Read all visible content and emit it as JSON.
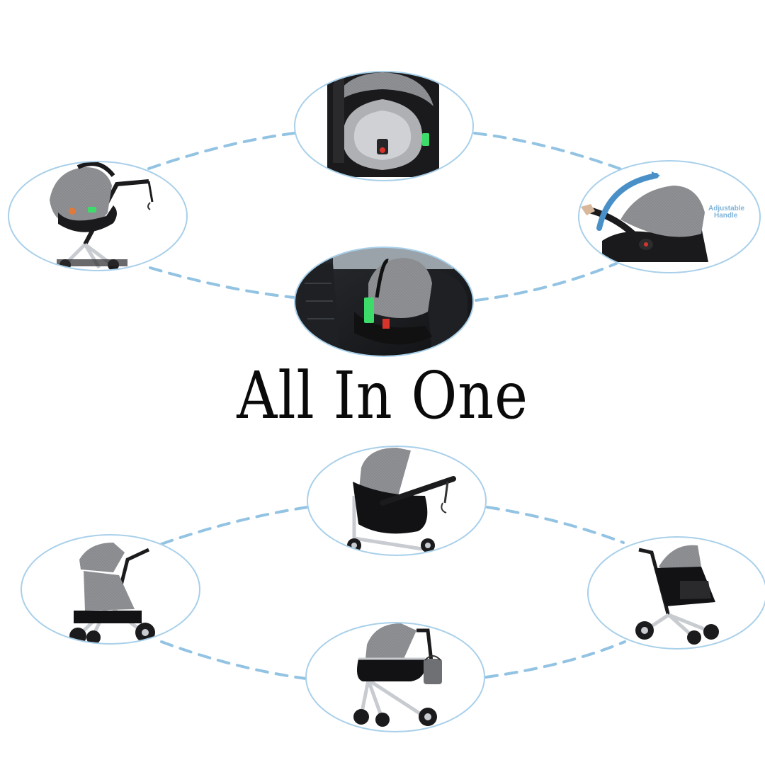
{
  "title": "All In One",
  "handle_label_line1": "Adjustable",
  "handle_label_line2": "Handle",
  "colors": {
    "bubble_border": "#a9d0ea",
    "dash": "#93c3e3",
    "fabric": "#8d8f93",
    "frame": "#1b1b1d",
    "metal": "#c8cbd0",
    "accent_green": "#3ddc6a"
  },
  "groups": [
    {
      "name": "car-seat-modes",
      "items": [
        "car-seat-front",
        "adjustable-handle",
        "car-seat-in-vehicle",
        "car-seat-on-stroller"
      ]
    },
    {
      "name": "stroller-modes",
      "items": [
        "bassinet-mode",
        "stroller-seat-forward",
        "stroller-seat-reverse",
        "bassinet-with-bag"
      ]
    }
  ]
}
